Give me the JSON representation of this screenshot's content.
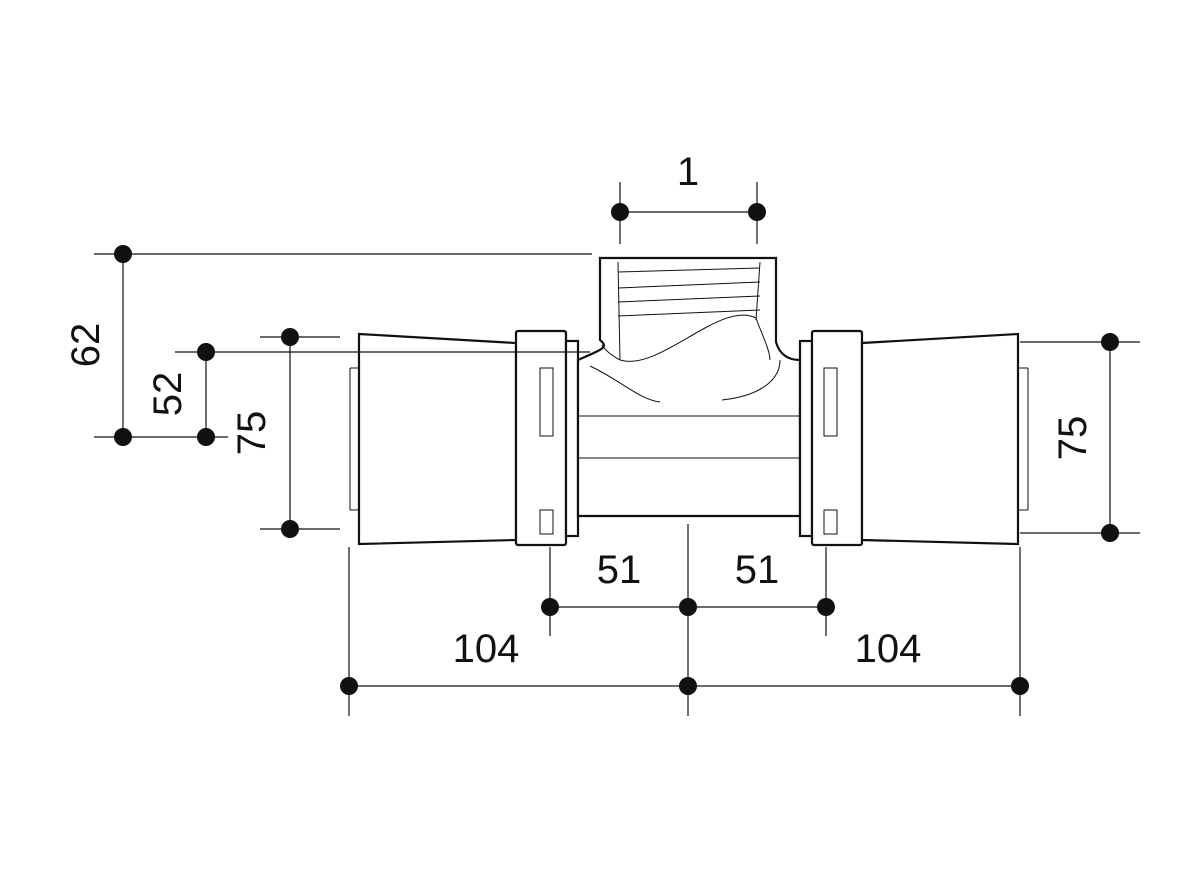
{
  "dimensions": {
    "top_thread": "1",
    "left_outer_height": "62",
    "left_inner_height": "52",
    "left_pipe_diameter": "75",
    "right_pipe_diameter": "75",
    "center_left_half": "51",
    "center_right_half": "51",
    "overall_left": "104",
    "overall_right": "104"
  }
}
